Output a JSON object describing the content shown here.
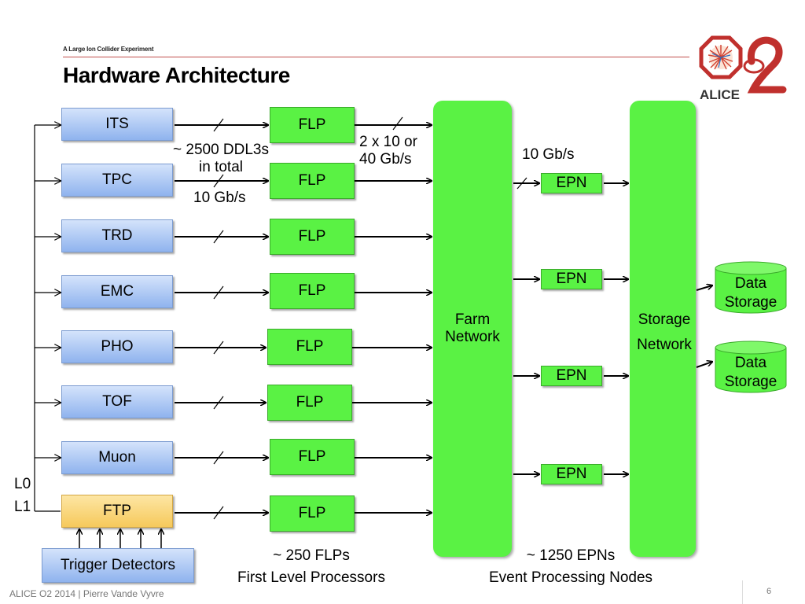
{
  "header": {
    "subtitle": "A Large Ion Collider Experiment",
    "title": "Hardware Architecture",
    "logo_text": "ALICE"
  },
  "detectors": [
    "ITS",
    "TPC",
    "TRD",
    "EMC",
    "PHO",
    "TOF",
    "Muon"
  ],
  "ftp_label": "FTP",
  "flp_label": "FLP",
  "epn_label": "EPN",
  "farm_network": [
    "Farm",
    "Network"
  ],
  "storage_network": [
    "Storage",
    "Network"
  ],
  "data_storage": [
    "Data",
    "Storage"
  ],
  "trigger_label": "Trigger Detectors",
  "annotations": {
    "ddl_line1": "~ 2500 DDL3s",
    "ddl_line2": "in total",
    "ddl_rate": "10 Gb/s",
    "flp_rate_line1": "2 x 10 or",
    "flp_rate_line2": "40 Gb/s",
    "epn_rate": "10 Gb/s",
    "l0": "L0",
    "l1": "L1",
    "flp_count": "~ 250 FLPs",
    "flp_desc": "First Level Processors",
    "epn_count": "~ 1250 EPNs",
    "epn_desc": "Event Processing Nodes"
  },
  "footer": {
    "text": "ALICE O2  2014 |  Pierre Vande Vyvre",
    "page": "6"
  },
  "colors": {
    "green": "#5af244",
    "detector_blue": "#a9c4f2",
    "ftp_yellow": "#f8d36f",
    "header_rule": "#c0504d"
  }
}
